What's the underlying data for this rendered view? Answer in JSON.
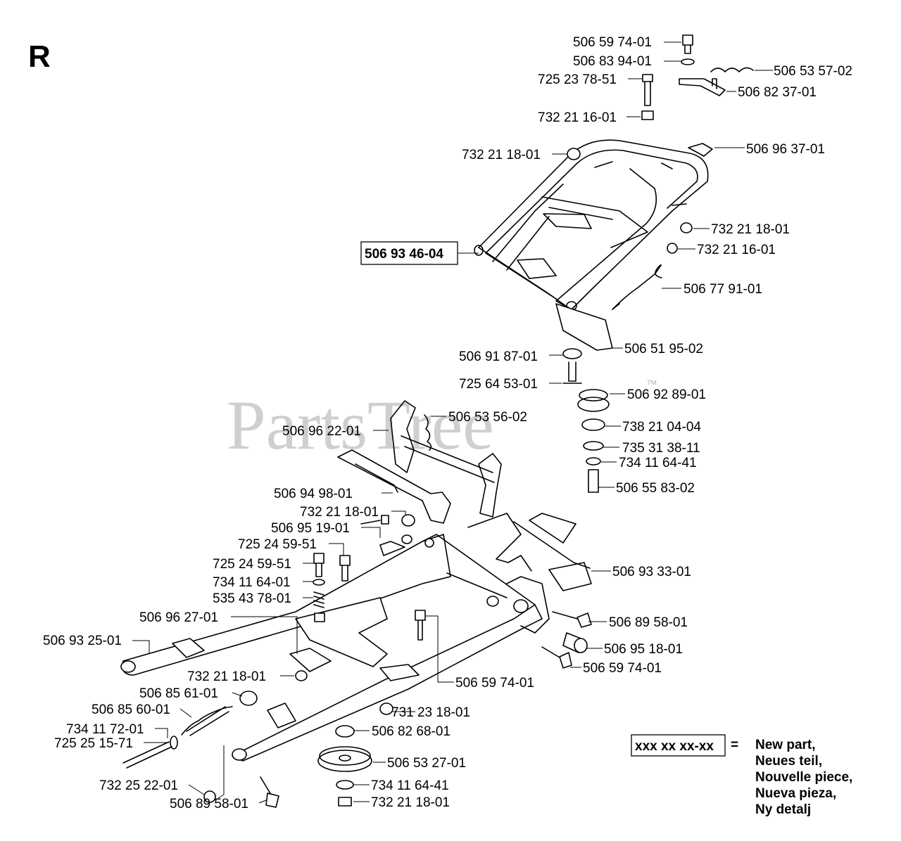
{
  "section_letter": "R",
  "watermark": "PartsTree",
  "watermark_tm": "™",
  "callouts": {
    "p01": "506 59 74-01",
    "p02": "506 83 94-01",
    "p03": "506 53 57-02",
    "p04": "725 23 78-51",
    "p05": "506 82 37-01",
    "p06": "732 21 16-01",
    "p07": "506 96 37-01",
    "p08": "732 21 18-01",
    "p09": "732 21 18-01",
    "p10": "506 93 46-04",
    "p11": "732 21 16-01",
    "p12": "506 77 91-01",
    "p13": "506 51 95-02",
    "p14": "506 91 87-01",
    "p15": "725 64 53-01",
    "p16": "506 92 89-01",
    "p17": "506 53 56-02",
    "p18": "506 96 22-01",
    "p19": "738 21 04-04",
    "p20": "735 31 38-11",
    "p21": "734 11 64-41",
    "p22": "506 55 83-02",
    "p23": "506 94 98-01",
    "p24": "732 21 18-01",
    "p25": "506 95 19-01",
    "p26": "725 24 59-51",
    "p27": "725 24 59-51",
    "p28": "734 11 64-01",
    "p29": "506 93 33-01",
    "p30": "535 43 78-01",
    "p31": "506 96 27-01",
    "p32": "506 89 58-01",
    "p33": "506 93 25-01",
    "p34": "506 95 18-01",
    "p35": "506 59 74-01",
    "p36": "732 21 18-01",
    "p37": "506 59 74-01",
    "p38": "506 85 61-01",
    "p39": "731 23 18-01",
    "p40": "506 85 60-01",
    "p41": "734 11 72-01",
    "p42": "506 82 68-01",
    "p43": "725 25 15-71",
    "p44": "506 53 27-01",
    "p45": "732 25 22-01",
    "p46": "734 11 64-41",
    "p47": "506 89 58-01",
    "p48": "732 21 18-01"
  },
  "legend": {
    "code": "xxx xx xx-xx",
    "equals": "=",
    "lines": [
      "New part,",
      "Neues teil,",
      "Nouvelle piece,",
      "Nueva pieza,",
      "Ny detalj"
    ]
  }
}
